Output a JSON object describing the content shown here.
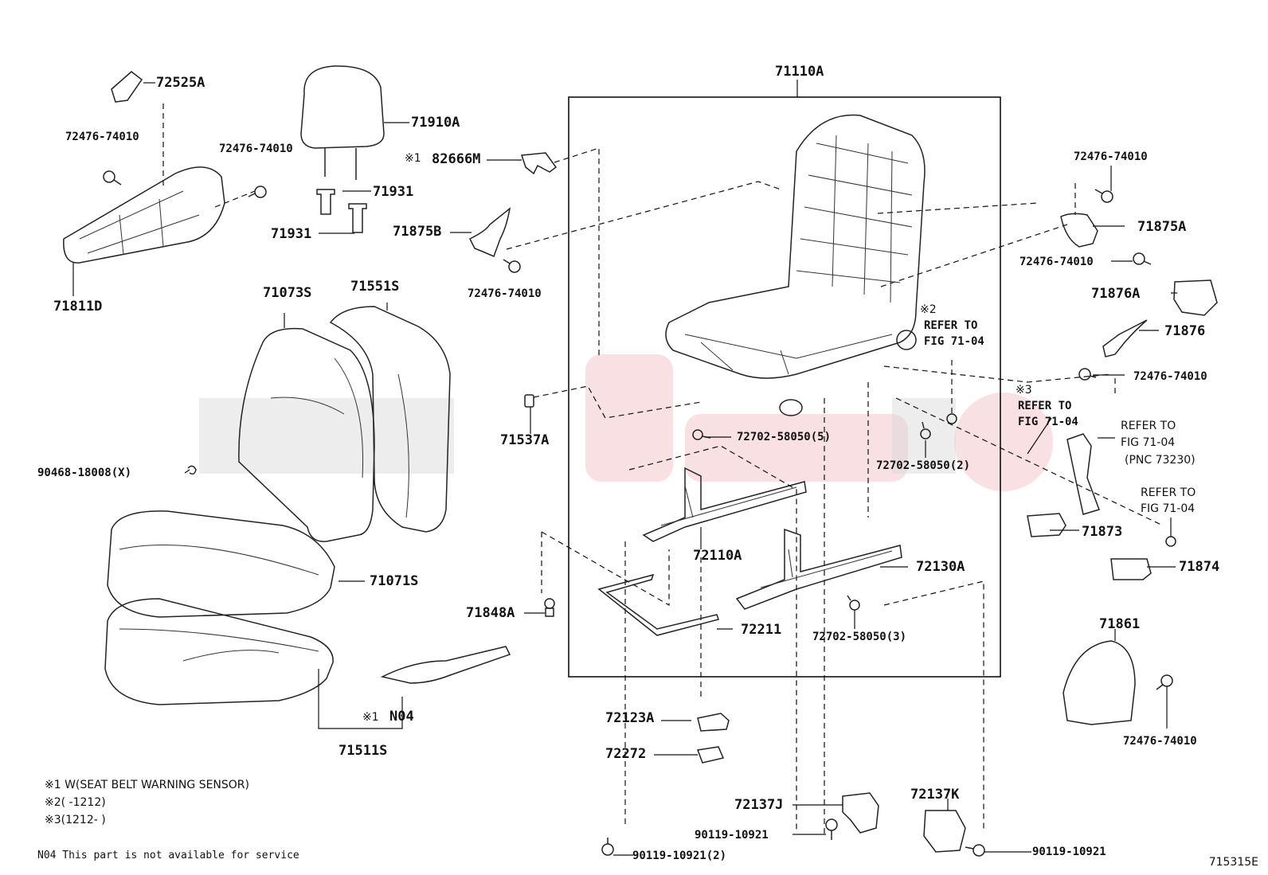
{
  "labels": {
    "p72525A": "72525A",
    "p72476_a": "72476-74010",
    "p72476_b": "72476-74010",
    "p71910A": "71910A",
    "p71931_a": "71931",
    "p71931_b": "71931",
    "p71811D": "71811D",
    "p71073S": "71073S",
    "p71551S": "71551S",
    "p90468": "90468-18008(X)",
    "p71071S": "71071S",
    "p71511S": "71511S",
    "pN04_mark": "※1",
    "pN04": "N04",
    "p71110A": "71110A",
    "p82666M_mark": "※1",
    "p82666M": "82666M",
    "p71875B": "71875B",
    "p72476_c": "72476-74010",
    "p71537A": "71537A",
    "p72702_5": "72702-58050(5)",
    "p72702_2": "72702-58050(2)",
    "p72110A": "72110A",
    "p72130A": "72130A",
    "p71848A": "71848A",
    "p72211": "72211",
    "p72702_3": "72702-58050(3)",
    "p72123A": "72123A",
    "p72272": "72272",
    "p72137J": "72137J",
    "p90119_a": "90119-10921",
    "p90119_b": "90119-10921(2)",
    "p72137K": "72137K",
    "p90119_c": "90119-10921",
    "p72476_d": "72476-74010",
    "p71875A": "71875A",
    "p72476_e": "72476-74010",
    "p71876A": "71876A",
    "p71876": "71876",
    "p72476_f": "72476-74010",
    "p71873": "71873",
    "p71874": "71874",
    "p71861": "71861",
    "p72476_g": "72476-74010"
  },
  "refs": {
    "r2_mark": "※2",
    "r2_line1": "REFER TO",
    "r2_line2": "FIG 71-04",
    "r3_mark": "※3",
    "r3_line1": "REFER TO",
    "r3_line2": "FIG 71-04",
    "r4_line1": "REFER TO",
    "r4_line2": "FIG 71-04",
    "r4_line3": "(PNC 73230)",
    "r5_line1": "REFER TO",
    "r5_line2": "FIG 71-04"
  },
  "notes": {
    "n1": "※1 W(SEAT BELT WARNING SENSOR)",
    "n2": "※2(      -1212)",
    "n3": "※3(1212-      )",
    "n4": "N04  This part is not available for service"
  },
  "figure_id": "715315E"
}
